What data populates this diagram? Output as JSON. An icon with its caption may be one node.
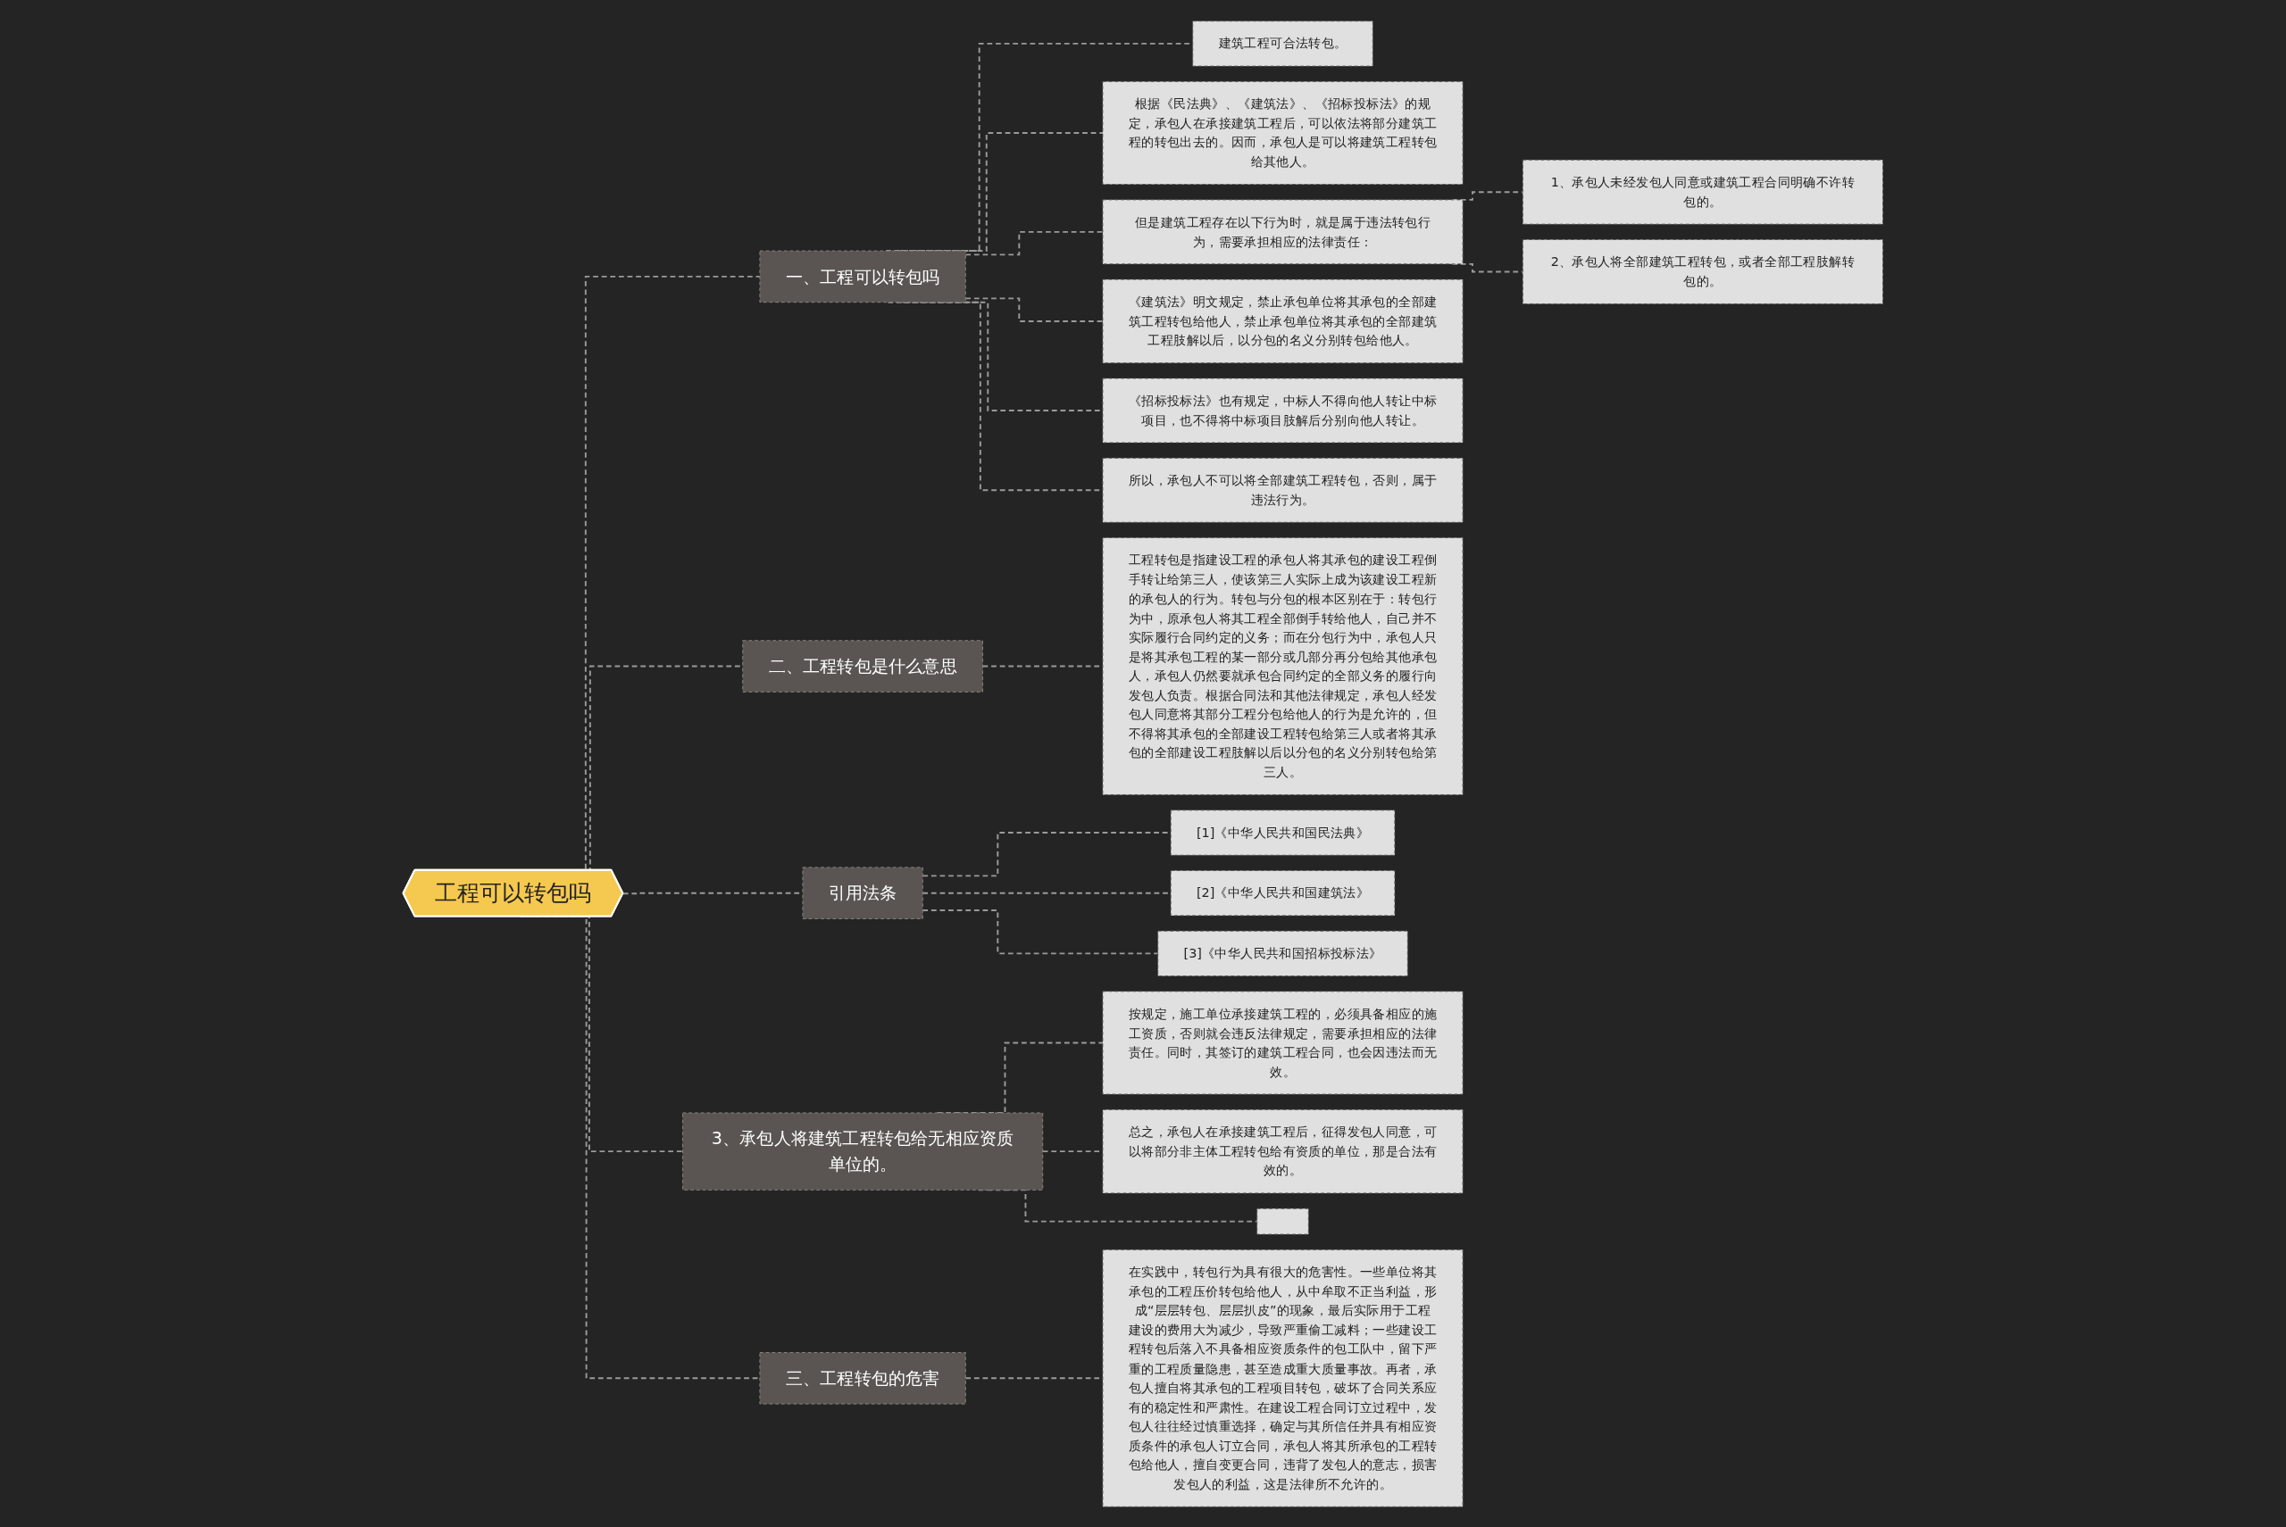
{
  "diagram": {
    "nodes": [
      {
        "text": [
          "工程可以转包吗"
        ]
      },
      {
        "text": [
          "一、工程可以转包吗"
        ]
      },
      {
        "text": [
          "建筑工程可合法转包。"
        ]
      },
      {
        "text": [
          "根据《民法典》、《建筑法》、《招标投标法》的规定，承包人在承接建筑工程后，可以依法将部分建筑工程的转包出去的。因而，承包人是可以将建筑工程转包给其他人。"
        ]
      },
      {
        "text": [
          "但是建筑工程存在以下行为时，就是属于违法转包行为，需要承担相应的法律责任："
        ]
      },
      {
        "text": [
          "1、承包人未经发包人同意或建筑工程合同明确不许转包的。"
        ]
      },
      {
        "text": [
          "2、承包人将全部建筑工程转包，或者全部工程肢解转包的。"
        ]
      },
      {
        "text": [
          "《建筑法》明文规定，禁止承包单位将其承包的全部建筑工程转包给他人，禁止承包单位将其承包的全部建筑工程肢解以后，以分包的名义分别转包给他人。"
        ]
      },
      {
        "text": [
          "《招标投标法》也有规定，中标人不得向他人转让中标项目，也不得将中标项目肢解后分别向他人转让。"
        ]
      },
      {
        "text": [
          "所以，承包人不可以将全部建筑工程转包，否则，属于违法行为。"
        ]
      },
      {
        "text": [
          "二、工程转包是什么意思"
        ]
      },
      {
        "text": [
          "工程转包是指建设工程的承包人将其承包的建设工程倒手转让给第三人，使该第三人实际上成为该建设工程新的承包人的行为。转包与分包的根本区别在于：转包行为中，原承包人将其工程全部倒手转给他人，自己并不实际履行合同约定的义务；而在分包行为中，承包人只是将其承包工程的某一部分或几部分再分包给其他承包人，承包人仍然要就承包合同约定的全部义务的履行向发包人负责。根据合同法和其他法律规定，承包人经发包人同意将其部分工程分包给他人的行为是允许的，但不得将其承包的全部建设工程转包给第三人或者将其承包的全部建设工程肢解以后以分包的名义分别转包给第三人。"
        ]
      },
      {
        "text": [
          "引用法条"
        ]
      },
      {
        "text": [
          "[1]《中华人民共和国民法典》"
        ]
      },
      {
        "text": [
          "[2]《中华人民共和国建筑法》"
        ]
      },
      {
        "text": [
          "[3]《中华人民共和国招标投标法》"
        ]
      },
      {
        "text": [
          "3、承包人将建筑工程转包给无相应资质单位的。"
        ]
      },
      {
        "text": [
          "按规定，施工单位承接建筑工程的，必须具备相应的施工资质，否则就会违反法律规定，需要承担相应的法律责任。同时，其签订的建筑工程合同，也会因违法而无效。"
        ]
      },
      {
        "text": [
          "总之，承包人在承接建筑工程后，征得发包人同意，可以将部分非主体工程转包给有资质的单位，那是合法有效的。"
        ]
      },
      {
        "text": [],
        "shape": "box"
      },
      {
        "text": [
          "三、工程转包的危害"
        ]
      },
      {
        "text": [
          "在实践中，转包行为具有很大的危害性。一些单位将其承包的工程压价转包给他人，从中牟取不正当利益，形成“层层转包、层层扒皮”的现象，最后实际用于工程建设的费用大为减少，导致严重偷工减料；一些建设工程转包后落入不具备相应资质条件的包工队中，留下严重的工程质量隐患，甚至造成重大质量事故。再者，承包人擅自将其承包的工程项目转包，破坏了合同关系应有的稳定性和严肃性。在建设工程合同订立过程中，发包人往往经过慎重选择，确定与其所信任并具有相应资质条件的承包人订立合同，承包人将其所承包的工程转包给他人，擅自变更合同，违背了发包人的意志，损害发包人的利益，这是法律所不允许的。"
        ]
      }
    ],
    "edges": [
      {
        "from": 0,
        "to": 1,
        "arrow": "none",
        "style": "dashed"
      },
      {
        "from": 1,
        "to": 2,
        "arrow": "none",
        "style": "dashed"
      },
      {
        "from": 1,
        "to": 3,
        "arrow": "none",
        "style": "dashed"
      },
      {
        "from": 1,
        "to": 4,
        "arrow": "none",
        "style": "dashed"
      },
      {
        "from": 4,
        "to": 5,
        "arrow": "none",
        "style": "dashed"
      },
      {
        "from": 4,
        "to": 6,
        "arrow": "none",
        "style": "dashed"
      },
      {
        "from": 1,
        "to": 7,
        "arrow": "none",
        "style": "dashed"
      },
      {
        "from": 1,
        "to": 8,
        "arrow": "none",
        "style": "dashed"
      },
      {
        "from": 1,
        "to": 9,
        "arrow": "none",
        "style": "dashed"
      },
      {
        "from": 0,
        "to": 10,
        "arrow": "none",
        "style": "dashed"
      },
      {
        "from": 10,
        "to": 11,
        "arrow": "none",
        "style": "dashed"
      },
      {
        "from": 0,
        "to": 12,
        "arrow": "none",
        "style": "dashed"
      },
      {
        "from": 12,
        "to": 13,
        "arrow": "none",
        "style": "dashed"
      },
      {
        "from": 12,
        "to": 14,
        "arrow": "none",
        "style": "dashed"
      },
      {
        "from": 12,
        "to": 15,
        "arrow": "none",
        "style": "dashed"
      },
      {
        "from": 0,
        "to": 16,
        "arrow": "none",
        "style": "dashed"
      },
      {
        "from": 16,
        "to": 17,
        "arrow": "none",
        "style": "dashed"
      },
      {
        "from": 16,
        "to": 18,
        "arrow": "none",
        "style": "dashed"
      },
      {
        "from": 16,
        "to": 19,
        "arrow": "none",
        "style": "dashed"
      },
      {
        "from": 0,
        "to": 20,
        "arrow": "none",
        "style": "dashed"
      },
      {
        "from": 20,
        "to": 21,
        "arrow": "none",
        "style": "dashed"
      }
    ]
  }
}
